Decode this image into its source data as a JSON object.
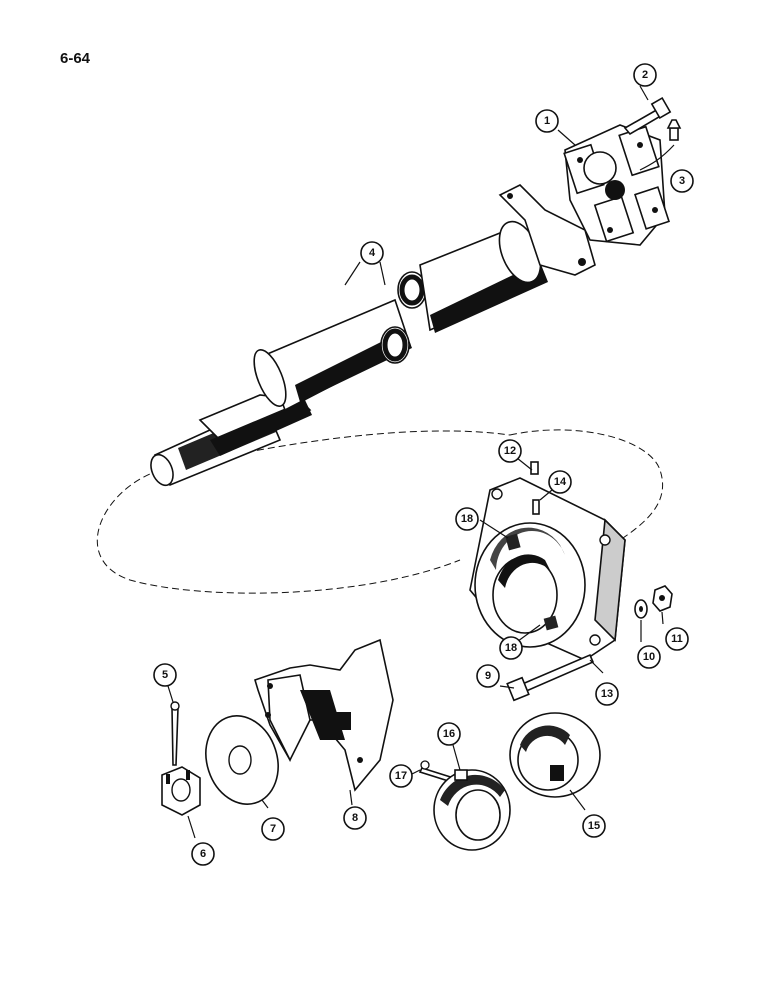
{
  "page_number": "6-64",
  "callouts": [
    {
      "id": "callout-1",
      "label": "1"
    },
    {
      "id": "callout-2",
      "label": "2"
    },
    {
      "id": "callout-3",
      "label": "3"
    },
    {
      "id": "callout-4",
      "label": "4"
    },
    {
      "id": "callout-5",
      "label": "5"
    },
    {
      "id": "callout-6",
      "label": "6"
    },
    {
      "id": "callout-7",
      "label": "7"
    },
    {
      "id": "callout-8",
      "label": "8"
    },
    {
      "id": "callout-9",
      "label": "9"
    },
    {
      "id": "callout-10",
      "label": "10"
    },
    {
      "id": "callout-11",
      "label": "11"
    },
    {
      "id": "callout-12",
      "label": "12"
    },
    {
      "id": "callout-13",
      "label": "13"
    },
    {
      "id": "callout-14",
      "label": "14"
    },
    {
      "id": "callout-15",
      "label": "15"
    },
    {
      "id": "callout-16",
      "label": "16"
    },
    {
      "id": "callout-17",
      "label": "17"
    },
    {
      "id": "callout-18a",
      "label": "18"
    },
    {
      "id": "callout-18b",
      "label": "18"
    }
  ]
}
